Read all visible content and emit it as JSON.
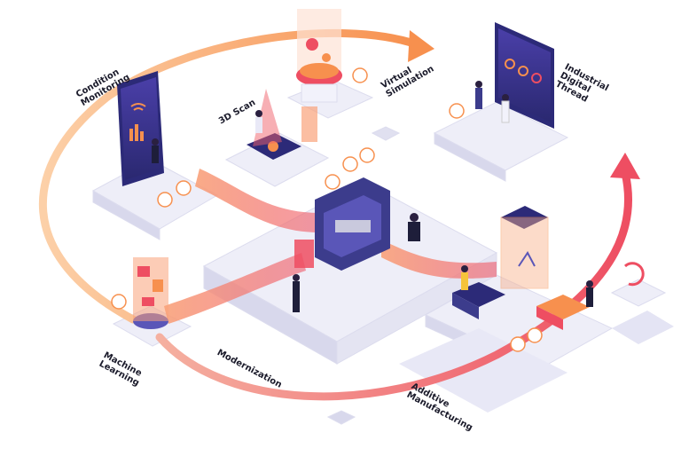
{
  "labels": {
    "condition_monitoring": [
      "Condition",
      "Monitoring"
    ],
    "scan_3d": "3D Scan",
    "virtual_simulation": [
      "Virtual",
      "Simulation"
    ],
    "industrial_digital_thread": [
      "Industrial",
      "Digital",
      "Thread"
    ],
    "machine_learning": [
      "Machine",
      "Learning"
    ],
    "modernization": "Modernization",
    "additive_manufacturing": [
      "Additive",
      "Manufacturing"
    ]
  },
  "colors": {
    "arrow_orange": "#f7a062",
    "arrow_red": "#f0606a",
    "platform": "#eeeef8",
    "platform_shade": "#d8d8ec",
    "device_navy": "#3c3c8c",
    "accent_purple": "#4a45b8"
  }
}
